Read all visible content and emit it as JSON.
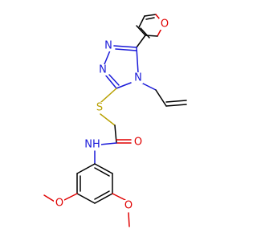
{
  "molecule": {
    "colors": {
      "carbon": "#000000",
      "nitrogen": "#1a1ad9",
      "oxygen": "#e00000",
      "sulfur": "#b8a000"
    },
    "atom_labels": {
      "furan_o": "O",
      "n1": "N",
      "n2": "N",
      "n4": "N",
      "s": "S",
      "amide_o": "O",
      "amide_nh": "NH",
      "ome_o_left": "O",
      "ome_o_right": "O"
    }
  }
}
